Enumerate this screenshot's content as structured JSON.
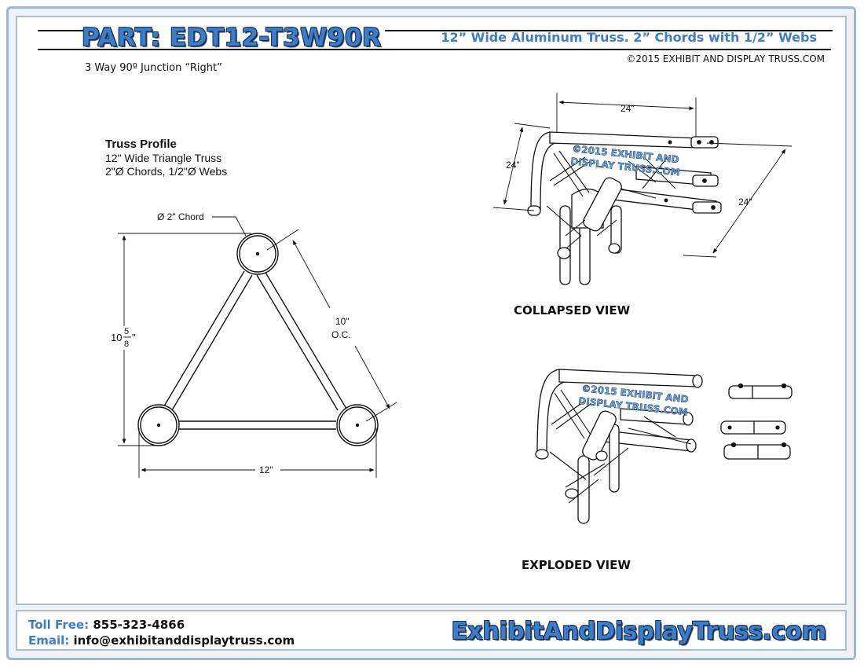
{
  "header": {
    "part_number": "PART: EDT12-T3W90R",
    "description": "12” Wide Aluminum Truss. 2” Chords with 1/2” Webs",
    "copyright": "©2015 EXHIBIT AND DISPLAY TRUSS.COM",
    "subtitle": "3 Way 90º Junction “Right”"
  },
  "profile": {
    "title": "Truss Profile",
    "line1": "12\" Wide Triangle Truss",
    "line2": "2\"Ø Chords, 1/2\"Ø Webs",
    "chord_label": "Ø 2\" Chord",
    "height_whole": "10",
    "height_num": "5",
    "height_den": "8",
    "height_unit": "\"",
    "side_label": "10\"",
    "side_label2": "O.C.",
    "width_label": "12\""
  },
  "collapsed": {
    "label": "COLLAPSED VIEW",
    "dim_top": "24\"",
    "dim_left": "24\"",
    "dim_right": "24\"",
    "watermark_1": "©2015 EXHIBIT AND",
    "watermark_2": "DISPLAY TRUSS.COM"
  },
  "exploded": {
    "label": "EXPLODED VIEW",
    "watermark_1": "©2015 EXHIBIT AND",
    "watermark_2": "DISPLAY TRUSS.COM"
  },
  "footer": {
    "tollfree_label": "Toll Free:",
    "tollfree_value": "855-323-4866",
    "email_label": "Email:",
    "email_value": "info@exhibitanddisplaytruss.com",
    "website": "ExhibitAndDisplayTruss.com"
  }
}
